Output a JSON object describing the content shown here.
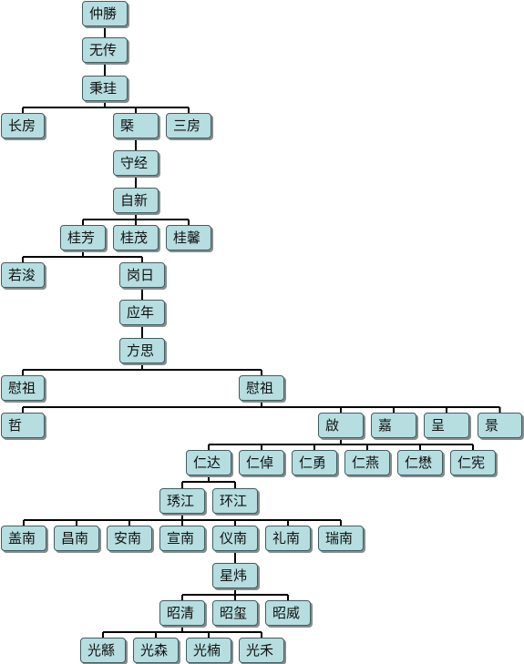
{
  "nodes": [
    {
      "id": "n1",
      "label": "仲勝"
    },
    {
      "id": "n2",
      "label": "无传"
    },
    {
      "id": "n3",
      "label": "秉珪"
    },
    {
      "id": "n4",
      "label": "长房"
    },
    {
      "id": "n5",
      "label": "槩"
    },
    {
      "id": "n6",
      "label": "三房"
    },
    {
      "id": "n7",
      "label": "守经"
    },
    {
      "id": "n8",
      "label": "自新"
    },
    {
      "id": "n9",
      "label": "桂芳"
    },
    {
      "id": "n10",
      "label": "桂茂"
    },
    {
      "id": "n11",
      "label": "桂馨"
    },
    {
      "id": "n12",
      "label": "若浚"
    },
    {
      "id": "n13",
      "label": "岗日"
    },
    {
      "id": "n14",
      "label": "应年"
    },
    {
      "id": "n15",
      "label": "方思"
    },
    {
      "id": "n16",
      "label": "慰祖"
    },
    {
      "id": "n17",
      "label": "慰祖"
    },
    {
      "id": "n18",
      "label": "哲"
    },
    {
      "id": "n19",
      "label": "啟"
    },
    {
      "id": "n20",
      "label": "嘉"
    },
    {
      "id": "n21",
      "label": "呈"
    },
    {
      "id": "n22",
      "label": "景"
    },
    {
      "id": "n23",
      "label": "仁达"
    },
    {
      "id": "n24",
      "label": "仁倬"
    },
    {
      "id": "n25",
      "label": "仁勇"
    },
    {
      "id": "n26",
      "label": "仁燕"
    },
    {
      "id": "n27",
      "label": "仁懋"
    },
    {
      "id": "n28",
      "label": "仁宪"
    },
    {
      "id": "n29",
      "label": "琇江"
    },
    {
      "id": "n30",
      "label": "环江"
    },
    {
      "id": "n31",
      "label": "盖南"
    },
    {
      "id": "n32",
      "label": "昌南"
    },
    {
      "id": "n33",
      "label": "安南"
    },
    {
      "id": "n34",
      "label": "宣南"
    },
    {
      "id": "n35",
      "label": "仪南"
    },
    {
      "id": "n36",
      "label": "礼南"
    },
    {
      "id": "n37",
      "label": "瑞南"
    },
    {
      "id": "n38",
      "label": "星炜"
    },
    {
      "id": "n39",
      "label": "昭清"
    },
    {
      "id": "n40",
      "label": "昭玺"
    },
    {
      "id": "n41",
      "label": "昭威"
    },
    {
      "id": "n42",
      "label": "光緜"
    },
    {
      "id": "n43",
      "label": "光森"
    },
    {
      "id": "n44",
      "label": "光楠"
    },
    {
      "id": "n45",
      "label": "光禾"
    }
  ],
  "edges": [
    [
      "n1",
      "n2"
    ],
    [
      "n2",
      "n3"
    ],
    [
      "n3",
      "n4"
    ],
    [
      "n3",
      "n5"
    ],
    [
      "n3",
      "n6"
    ],
    [
      "n5",
      "n7"
    ],
    [
      "n7",
      "n8"
    ],
    [
      "n8",
      "n9"
    ],
    [
      "n8",
      "n10"
    ],
    [
      "n8",
      "n11"
    ],
    [
      "n9",
      "n12"
    ],
    [
      "n9",
      "n13"
    ],
    [
      "n13",
      "n14"
    ],
    [
      "n14",
      "n15"
    ],
    [
      "n15",
      "n16"
    ],
    [
      "n15",
      "n17"
    ],
    [
      "n17",
      "n18"
    ],
    [
      "n17",
      "n19"
    ],
    [
      "n17",
      "n20"
    ],
    [
      "n17",
      "n21"
    ],
    [
      "n17",
      "n22"
    ],
    [
      "n19",
      "n23"
    ],
    [
      "n19",
      "n24"
    ],
    [
      "n19",
      "n25"
    ],
    [
      "n19",
      "n26"
    ],
    [
      "n19",
      "n27"
    ],
    [
      "n19",
      "n28"
    ],
    [
      "n23",
      "n29"
    ],
    [
      "n23",
      "n30"
    ],
    [
      "n29",
      "n31"
    ],
    [
      "n29",
      "n32"
    ],
    [
      "n29",
      "n33"
    ],
    [
      "n29",
      "n34"
    ],
    [
      "n29",
      "n35"
    ],
    [
      "n29",
      "n36"
    ],
    [
      "n29",
      "n37"
    ],
    [
      "n35",
      "n38"
    ],
    [
      "n38",
      "n39"
    ],
    [
      "n38",
      "n40"
    ],
    [
      "n38",
      "n41"
    ],
    [
      "n39",
      "n42"
    ],
    [
      "n39",
      "n43"
    ],
    [
      "n39",
      "n44"
    ],
    [
      "n39",
      "n45"
    ]
  ]
}
